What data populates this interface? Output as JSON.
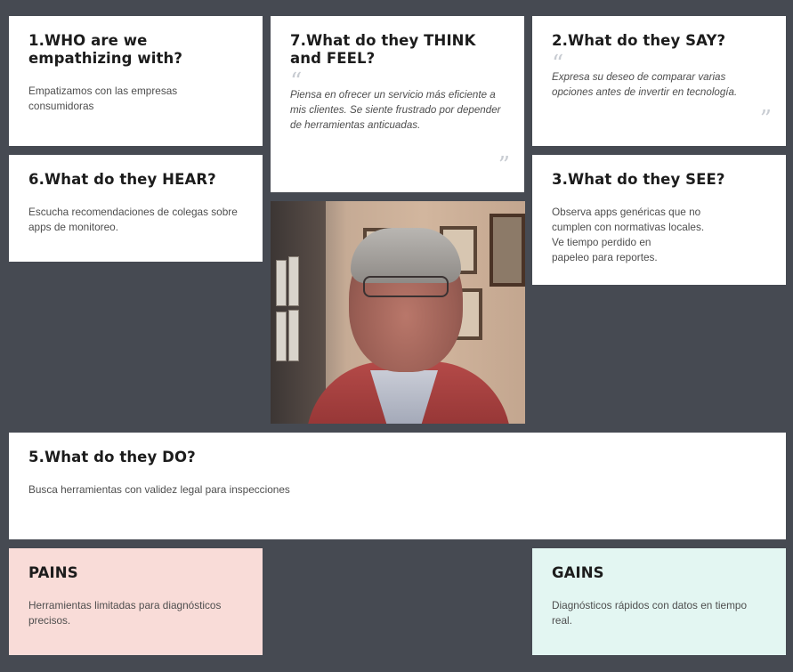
{
  "cards": {
    "who": {
      "title": "1.WHO are we empathizing with?",
      "body": "Empatizamos con las empresas consumidoras"
    },
    "think": {
      "title": "7.What do they THINK and FEEL?",
      "quote": "Piensa en ofrecer un servicio más eficiente a mis clientes. Se siente frustrado por depender de herramientas anticuadas."
    },
    "say": {
      "title": "2.What do they SAY?",
      "quote": "Expresa su deseo de comparar varias opciones antes de invertir en tecnología."
    },
    "hear": {
      "title": "6.What do they HEAR?",
      "body": "Escucha recomendaciones de colegas sobre apps de monitoreo."
    },
    "see": {
      "title": "3.What do they SEE?",
      "body_lines": [
        "Observa apps genéricas que no",
        "cumplen con normativas locales.",
        "Ve tiempo perdido en",
        "papeleo para reportes."
      ]
    },
    "do": {
      "title": "5.What do they DO?",
      "body": "Busca herramientas con validez legal para inspecciones"
    },
    "pains": {
      "title": "PAINS",
      "body": "Herramientas limitadas para diagnósticos precisos."
    },
    "gains": {
      "title": "GAINS",
      "body": "Diagnósticos rápidos con datos en tiempo real."
    }
  },
  "quote_marks": {
    "open": "“",
    "close": "”"
  },
  "colors": {
    "background": "#464a52",
    "card": "#ffffff",
    "pains": "#f9dcd8",
    "gains": "#e3f6f2",
    "quote_mark": "#c8ccd2"
  }
}
